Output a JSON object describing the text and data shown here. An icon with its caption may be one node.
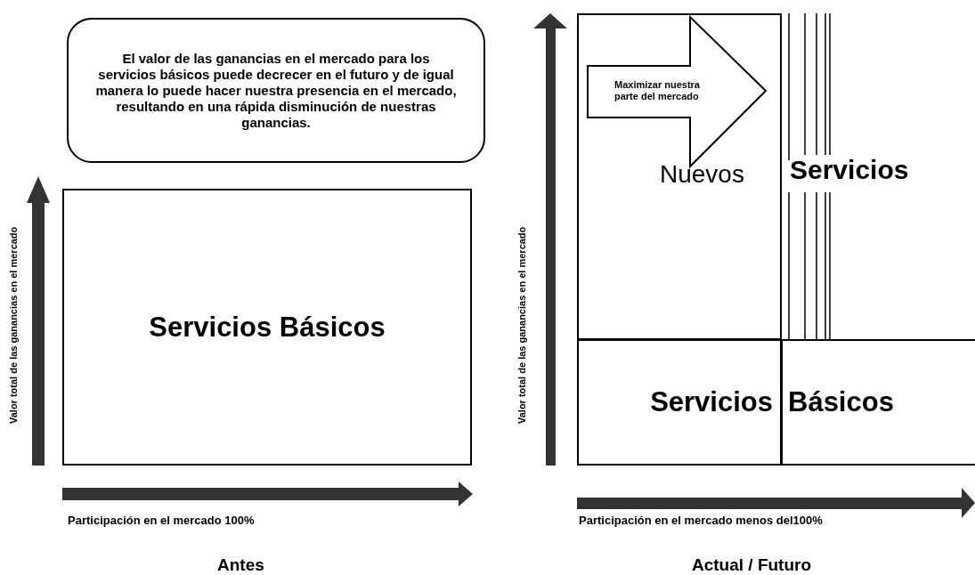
{
  "diagram": {
    "nodes": [
      {
        "text": [
          "El valor de las ganancias en el mercado para los servicios básicos puede decrecer en el futuro y de igual manera lo puede hacer nuestra presencia en el mercado, resultando en una rápida disminución de nuestras ganancias."
        ]
      },
      {
        "text": [
          "Servicios Básicos"
        ]
      },
      {
        "text": [],
        "shape": "box"
      },
      {
        "text": [
          "Maximizar nuestra parte del mercado"
        ],
        "in": 2
      },
      {
        "text": [
          "Servicios"
        ]
      },
      {
        "text": [
          "Básicos"
        ]
      }
    ],
    "labels": [
      "Valor total de las ganancias en el mercado",
      "Participación en el mercado 100%",
      "Antes",
      "Valor total de las ganancias en el mercado",
      "Participación en el mercado menos del100%",
      "Actual / Futuro",
      "Nuevos",
      "Servicios"
    ]
  }
}
